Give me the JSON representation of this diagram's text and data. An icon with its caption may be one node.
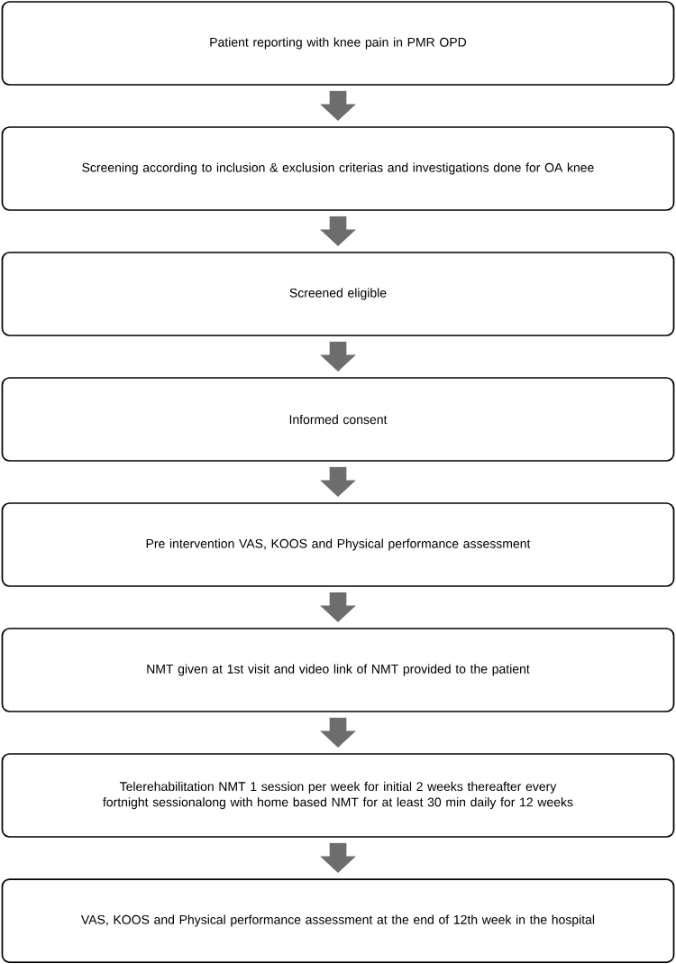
{
  "diagram": {
    "nodes": [
      {
        "text": [
          "Patient reporting with knee pain in PMR OPD"
        ]
      },
      {
        "text": [
          "Screening according to inclusion & exclusion criterias and investigations done for OA knee"
        ]
      },
      {
        "text": [
          "Screened eligible"
        ]
      },
      {
        "text": [
          "Informed consent"
        ]
      },
      {
        "text": [
          "Pre intervention VAS, KOOS and Physical performance assessment"
        ]
      },
      {
        "text": [
          "NMT given at 1st visit and video link of NMT provided to the patient"
        ]
      },
      {
        "text": [
          "Telerehabilitation NMT 1 session per week for initial 2 weeks thereafter every fortnight sessionalong with home based NMT for at least 30 min daily for 12 weeks"
        ]
      },
      {
        "text": [
          "VAS, KOOS and Physical performance assessment at the end of 12th week in the hospital"
        ]
      }
    ],
    "edges": [
      {
        "from": 0,
        "to": 1,
        "arrow": "to"
      },
      {
        "from": 1,
        "to": 2,
        "arrow": "to"
      },
      {
        "from": 2,
        "to": 3,
        "arrow": "to"
      },
      {
        "from": 3,
        "to": 4,
        "arrow": "to"
      },
      {
        "from": 4,
        "to": 5,
        "arrow": "to"
      },
      {
        "from": 5,
        "to": 6,
        "arrow": "to"
      },
      {
        "from": 6,
        "to": 7,
        "arrow": "to"
      }
    ]
  }
}
